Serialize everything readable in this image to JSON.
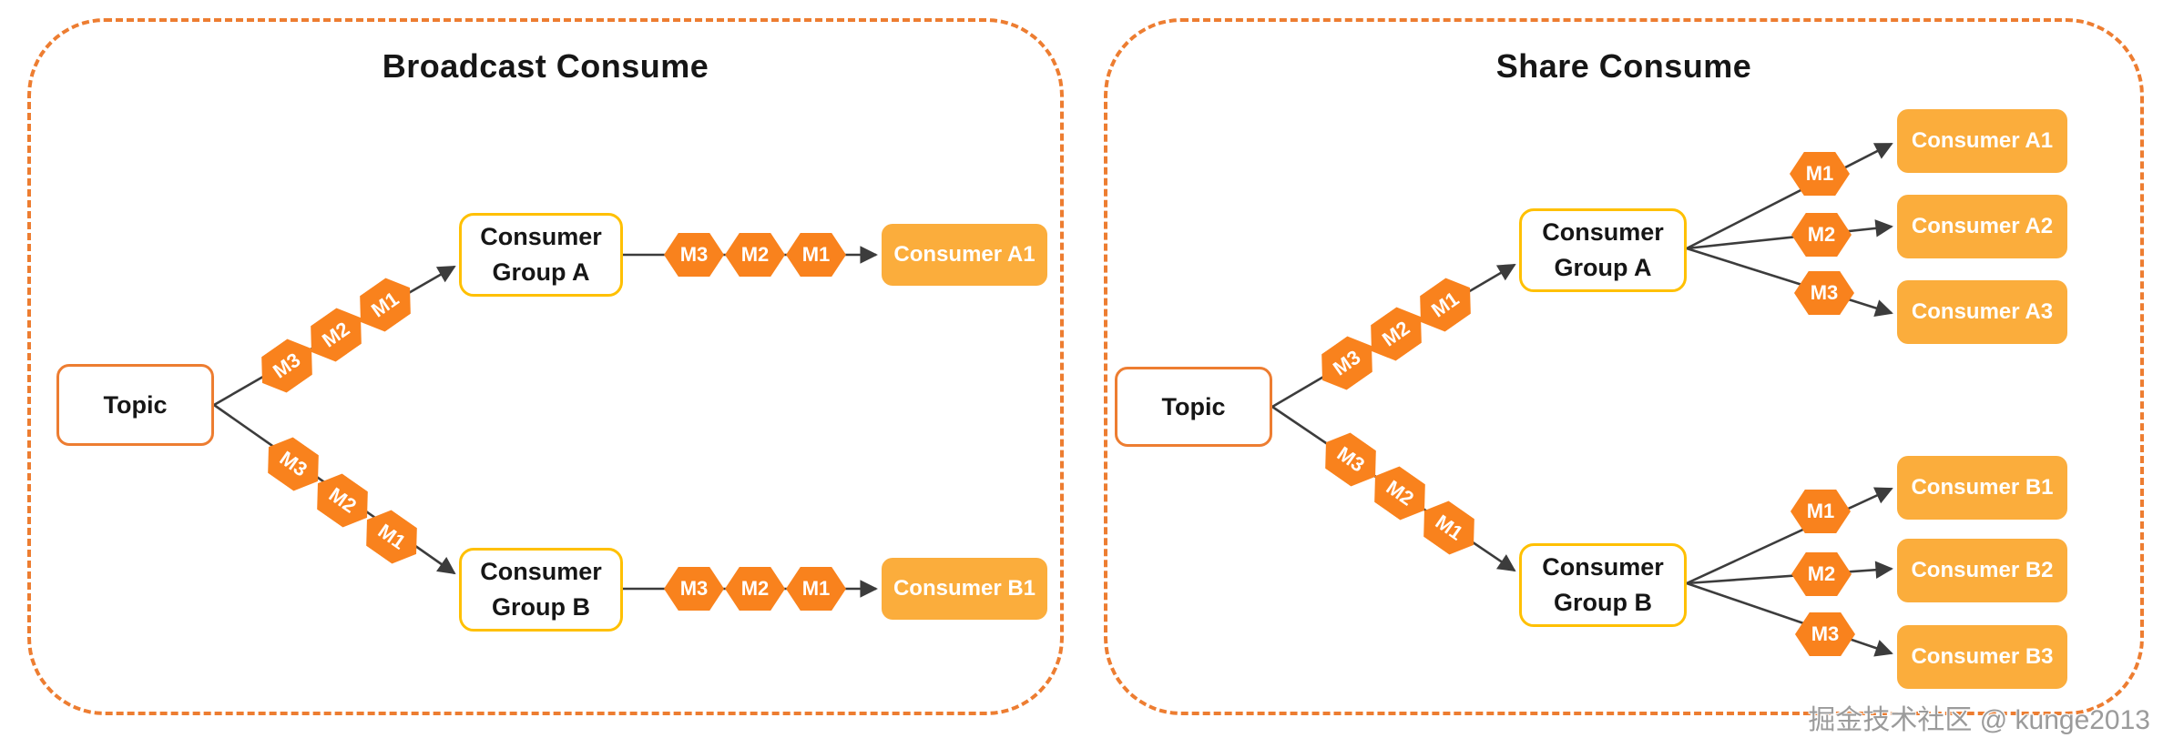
{
  "left_panel": {
    "title": "Broadcast Consume",
    "topic": "Topic",
    "group_a_line1": "Consumer",
    "group_a_line2": "Group A",
    "group_b_line1": "Consumer",
    "group_b_line2": "Group B",
    "consumer_a1": "Consumer A1",
    "consumer_b1": "Consumer B1"
  },
  "right_panel": {
    "title": "Share Consume",
    "topic": "Topic",
    "group_a_line1": "Consumer",
    "group_a_line2": "Group A",
    "group_b_line1": "Consumer",
    "group_b_line2": "Group B",
    "consumers_a": [
      "Consumer A1",
      "Consumer A2",
      "Consumer A3"
    ],
    "consumers_b": [
      "Consumer B1",
      "Consumer B2",
      "Consumer B3"
    ]
  },
  "messages": {
    "m1": "M1",
    "m2": "M2",
    "m3": "M3"
  },
  "watermark": "掘金技术社区 @ kunge2013",
  "colors": {
    "message_hexagon": "#F9821D",
    "consumer_box": "#FBAD3C",
    "topic_border": "#ED7D31",
    "group_border": "#FFC000",
    "panel_border": "#ED7D31",
    "arrow": "#3C3C3C"
  }
}
